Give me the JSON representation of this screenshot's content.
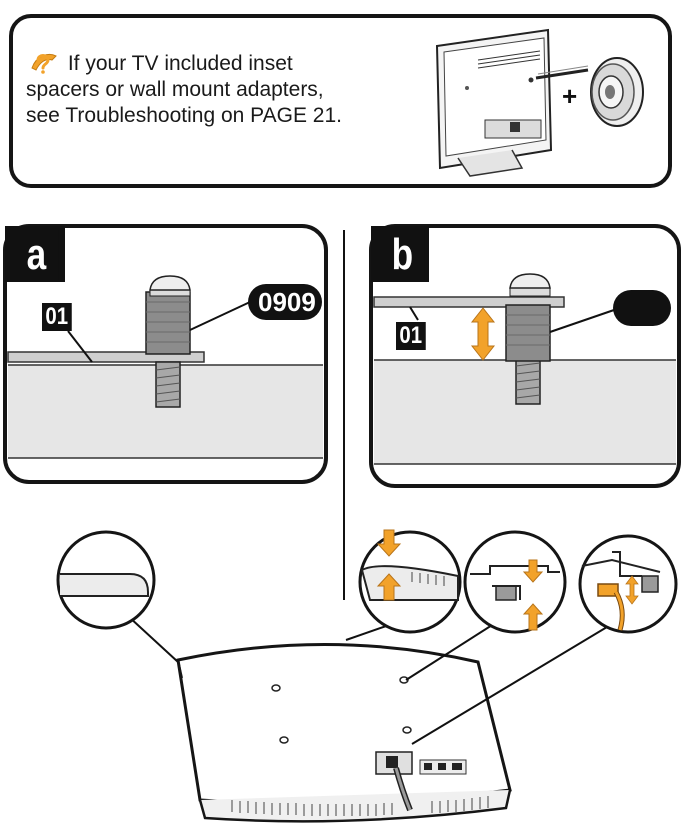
{
  "note": {
    "icon": "tip-icon",
    "line1": "If your TV included inset",
    "line2": "spacers or wall mount adapters,",
    "line3": "see Troubleshooting on PAGE 21.",
    "plus_sign": "+"
  },
  "panels": {
    "a": {
      "label": "a",
      "part_tag": "01",
      "hardware_tag": "0909"
    },
    "b": {
      "label": "b",
      "part_tag": "01",
      "hardware_tag": ""
    }
  },
  "colors": {
    "accent_orange": "#f2a22a",
    "outline": "#151515",
    "gray_panel": "#e6e6e6",
    "bolt_gray": "#8c8c8c"
  },
  "icons": [
    "tip-icon",
    "tv-back-icon",
    "wall-adapter-icon",
    "vertical-arrow-icon",
    "down-arrow-icon",
    "up-arrow-icon"
  ]
}
